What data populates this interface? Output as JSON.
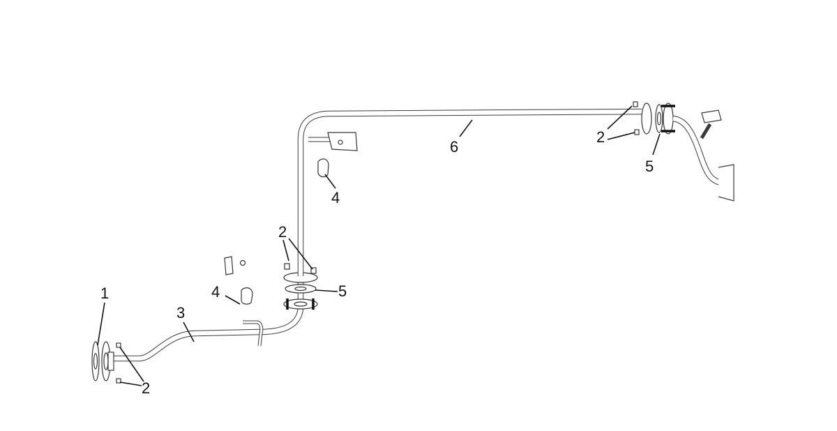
{
  "callouts": {
    "c1": "1",
    "c2_front": "2",
    "c2_mid": "2",
    "c2_rear": "2",
    "c3": "3",
    "c4_lower": "4",
    "c4_upper": "4",
    "c5_mid": "5",
    "c5_rear": "5",
    "c6": "6"
  },
  "parts": [
    {
      "id": "1",
      "name": "gasket"
    },
    {
      "id": "2",
      "name": "nut"
    },
    {
      "id": "3",
      "name": "front-pipe"
    },
    {
      "id": "4",
      "name": "rubber-hanger"
    },
    {
      "id": "5",
      "name": "gasket"
    },
    {
      "id": "6",
      "name": "center-pipe"
    }
  ],
  "colors": {
    "line": "#3a3a3a",
    "background": "#ffffff"
  }
}
